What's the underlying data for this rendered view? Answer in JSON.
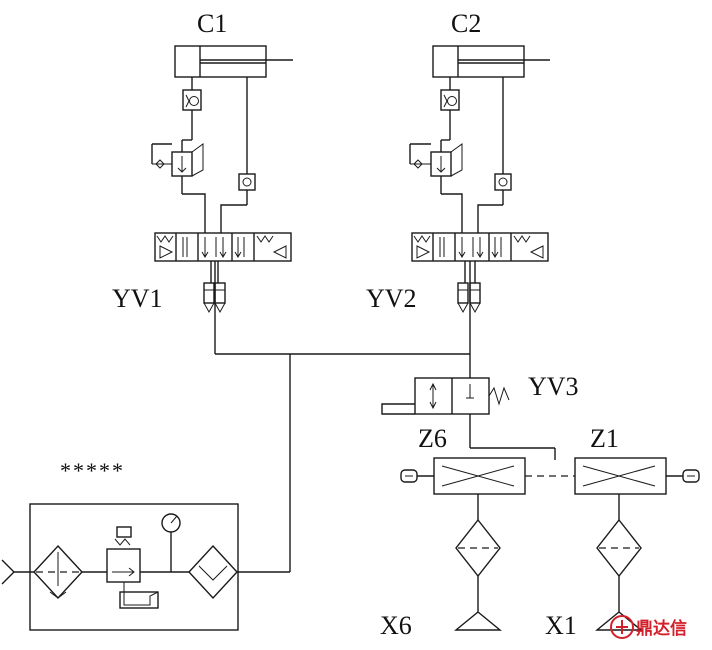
{
  "labels": {
    "c1": "C1",
    "c2": "C2",
    "yv1": "YV1",
    "yv2": "YV2",
    "yv3": "YV3",
    "z6": "Z6",
    "z1": "Z1",
    "x6": "X6",
    "x1": "X1",
    "frl": "*****"
  },
  "watermark": {
    "text": "鼎达信",
    "color": "#d4202a"
  }
}
